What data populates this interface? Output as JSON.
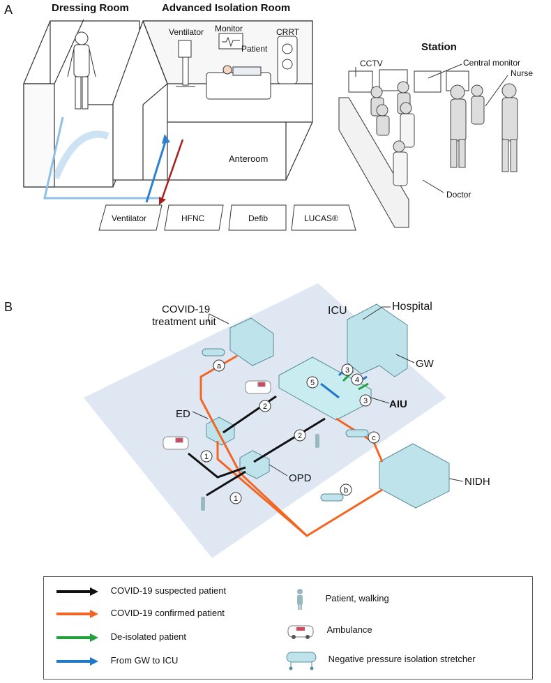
{
  "panel_a": {
    "letter": "A",
    "dressing_room": "Dressing Room",
    "isolation_room": "Advanced Isolation Room",
    "ventilator": "Ventilator",
    "monitor": "Monitor",
    "patient": "Patient",
    "crrt": "CRRT",
    "anteroom": "Anteroom",
    "station": "Station",
    "cctv": "CCTV",
    "central_monitor": "Central monitor",
    "nurse": "Nurse",
    "doctor": "Doctor",
    "equipment": [
      "Ventilator",
      "HFNC",
      "Defib",
      "LUCAS®"
    ]
  },
  "panel_b": {
    "letter": "B",
    "covid_unit_1": "COVID-19",
    "covid_unit_2": "treatment unit",
    "icu": "ICU",
    "hospital": "Hospital",
    "gw": "GW",
    "aiu": "AIU",
    "ed": "ED",
    "opd": "OPD",
    "nidh": "NIDH",
    "markers": {
      "a": "a",
      "b": "b",
      "c": "c",
      "n1": "1",
      "n2": "2",
      "n3": "3",
      "n4": "4",
      "n5": "5"
    }
  },
  "legend": {
    "items": [
      {
        "label": "COVID-19 suspected patient",
        "color": "#111111"
      },
      {
        "label": "COVID-19 confirmed patient",
        "color": "#f26522"
      },
      {
        "label": "De-isolated patient",
        "color": "#1fa23a"
      },
      {
        "label": "From GW to ICU",
        "color": "#1f78c8"
      }
    ],
    "icons": [
      {
        "label": "Patient, walking",
        "icon": "walking-patient-icon"
      },
      {
        "label": "Ambulance",
        "icon": "ambulance-icon"
      },
      {
        "label": "Negative pressure isolation stretcher",
        "icon": "stretcher-icon"
      }
    ]
  }
}
